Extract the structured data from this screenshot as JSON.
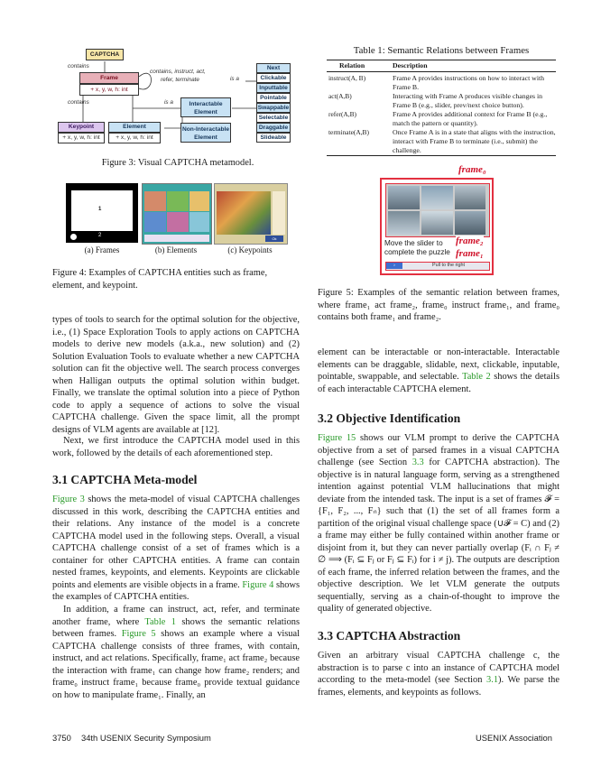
{
  "fig3": {
    "captcha": "CAPTCHA",
    "contains_top": "contains",
    "frame": "Frame",
    "frame_attr": "+ x, y, w, h: int",
    "rel_label_1": "contains, instruct, act,",
    "rel_label_2": "refer, terminate",
    "isa_top": "is a",
    "isa_mid": "is a",
    "contains_left": "contains",
    "interactable": "Interactable Element",
    "non_interactable": "Non-Interactable Element",
    "keypoint": "Keypoint",
    "keypoint_attr": "+ x, y, w, h: int",
    "element": "Element",
    "element_attr": "+ x, y, w, h: int",
    "types": [
      "Next",
      "Clickable",
      "Inputtable",
      "Pointable",
      "Swappable",
      "Selectable",
      "Draggable",
      "Slideable"
    ],
    "caption": "Figure 3: Visual CAPTCHA metamodel."
  },
  "fig4": {
    "frames_sub": "(a) Frames",
    "elements_sub": "(b) Elements",
    "keypoints_sub": "(c) Keypoints",
    "thumb_a_num1": "1",
    "thumb_a_num2": "2",
    "thumb_c_btn": "Ok",
    "caption": "Figure 4: Examples of CAPTCHA entities such as frame, element, and keypoint."
  },
  "table1": {
    "caption": "Table 1: Semantic Relations between Frames",
    "col_relation": "Relation",
    "col_description": "Description",
    "rows": [
      {
        "rel": "instruct(A, B)",
        "desc": "Frame A provides instructions on how to interact with Frame B."
      },
      {
        "rel": "act(A,B)",
        "desc": "Interacting with Frame A produces visible changes in Frame B (e.g., slider, prev/next choice button)."
      },
      {
        "rel": "refer(A,B)",
        "desc": "Frame A provides additional context for Frame B (e.g., match the pattern or quantity)."
      },
      {
        "rel": "terminate(A,B)",
        "desc": "Once Frame A is in a state that aligns with the instruction, interact with Frame B to terminate (i.e., submit) the challenge."
      }
    ]
  },
  "fig5": {
    "frame0": "frame₀",
    "frame2": "frame₂",
    "frame1": "frame₁",
    "instruction": "Move the slider to complete the puzzle",
    "pull": "Pull to the right",
    "slider_icon": "chevron-right-icon",
    "caption": "Figure 5: Examples of the semantic relation between frames, where frame₁ act frame₂, frame₀ instruct frame₁, and frame₀ contains both frame₁ and frame₂."
  },
  "left": {
    "p1": "types of tools to search for the optimal solution for the objective, i.e., (1) Space Exploration Tools to apply actions on CAPTCHA models to derive new models (a.k.a., new solution) and (2) Solution Evaluation Tools to evaluate whether a new CAPTCHA solution can fit the objective well. The search process converges when Halligan outputs the optimal solution within budget. Finally, we translate the optimal solution into a piece of Python code to apply a sequence of actions to solve the visual CAPTCHA challenge. Given the space limit, all the prompt designs of VLM agents are available at [12].",
    "p2": "Next, we first introduce the CAPTCHA model used in this work, followed by the details of each aforementioned step.",
    "h31": "3.1 CAPTCHA Meta-model",
    "p3_link1": "Figure 3",
    "p3_a": " shows the meta-model of visual CAPTCHA challenges discussed in this work, describing the CAPTCHA entities and their relations. Any instance of the model is a concrete CAPTCHA model used in the following steps. Overall, a visual CAPTCHA challenge consist of a set of frames which is a container for other CAPTCHA entities. A frame can contain nested frames, keypoints, and elements. Keypoints are clickable points and elements are visible objects in a frame. ",
    "p3_link2": "Figure 4",
    "p3_b": " shows the examples of CAPTCHA entities.",
    "p4_a": "In addition, a frame can instruct, act, refer, and terminate another frame, where ",
    "p4_link1": "Table 1",
    "p4_b": " shows the semantic relations between frames. ",
    "p4_link2": "Figure 5",
    "p4_c": " shows an example where a visual CAPTCHA challenge consists of three frames, with contain, instruct, and act relations. Specifically, frame₁ act frame₂ because the interaction with frame₁ can change how frame₂ renders; and frame₀ instruct frame₁ because frame₀ provide textual guidance on how to manipulate frame₁. Finally, an"
  },
  "right": {
    "p1_a": "element can be interactable or non-interactable. Interactable elements can be draggable, slidable, next, clickable, inputable, pointable, swappable, and selectable. ",
    "p1_link": "Table 2",
    "p1_b": " shows the details of each interactable CAPTCHA element.",
    "h32": "3.2 Objective Identification",
    "p2_link1": "Figure 15",
    "p2_a": " shows our VLM prompt to derive the CAPTCHA objective from a set of parsed frames in a visual CAPTCHA challenge (see Section ",
    "p2_link2": "3.3",
    "p2_b": " for CAPTCHA abstraction). The objective is in natural language form, serving as a strengthened intention against potential VLM hallucinations that might deviate from the intended task. The input is a set of frames 𝓕 = {F₁, F₂, ..., Fₙ} such that (1) the set of all frames form a partition of the original visual challenge space (∪𝓕 = C) and (2) a frame may either be fully contained within another frame or disjoint from it, but they can never partially overlap (Fᵢ ∩ Fⱼ ≠ ∅ ⟹ (Fᵢ ⊆ Fⱼ or Fⱼ ⊆ Fᵢ) for i ≠ j). The outputs are description of each frame, the inferred relation between the frames, and the objective description. We let VLM generate the outputs sequentially, serving as a chain-of-thought to improve the quality of generated objective.",
    "h33": "3.3 CAPTCHA Abstraction",
    "p3_a": "Given an arbitrary visual CAPTCHA challenge c, the abstraction is to parse c into an instance of CAPTCHA model according to the meta-model (see Section ",
    "p3_link": "3.1",
    "p3_b": "). We parse the frames, elements, and keypoints as follows."
  },
  "footer": {
    "page": "3750",
    "venue": "34th USENIX Security Symposium",
    "org": "USENIX Association"
  }
}
